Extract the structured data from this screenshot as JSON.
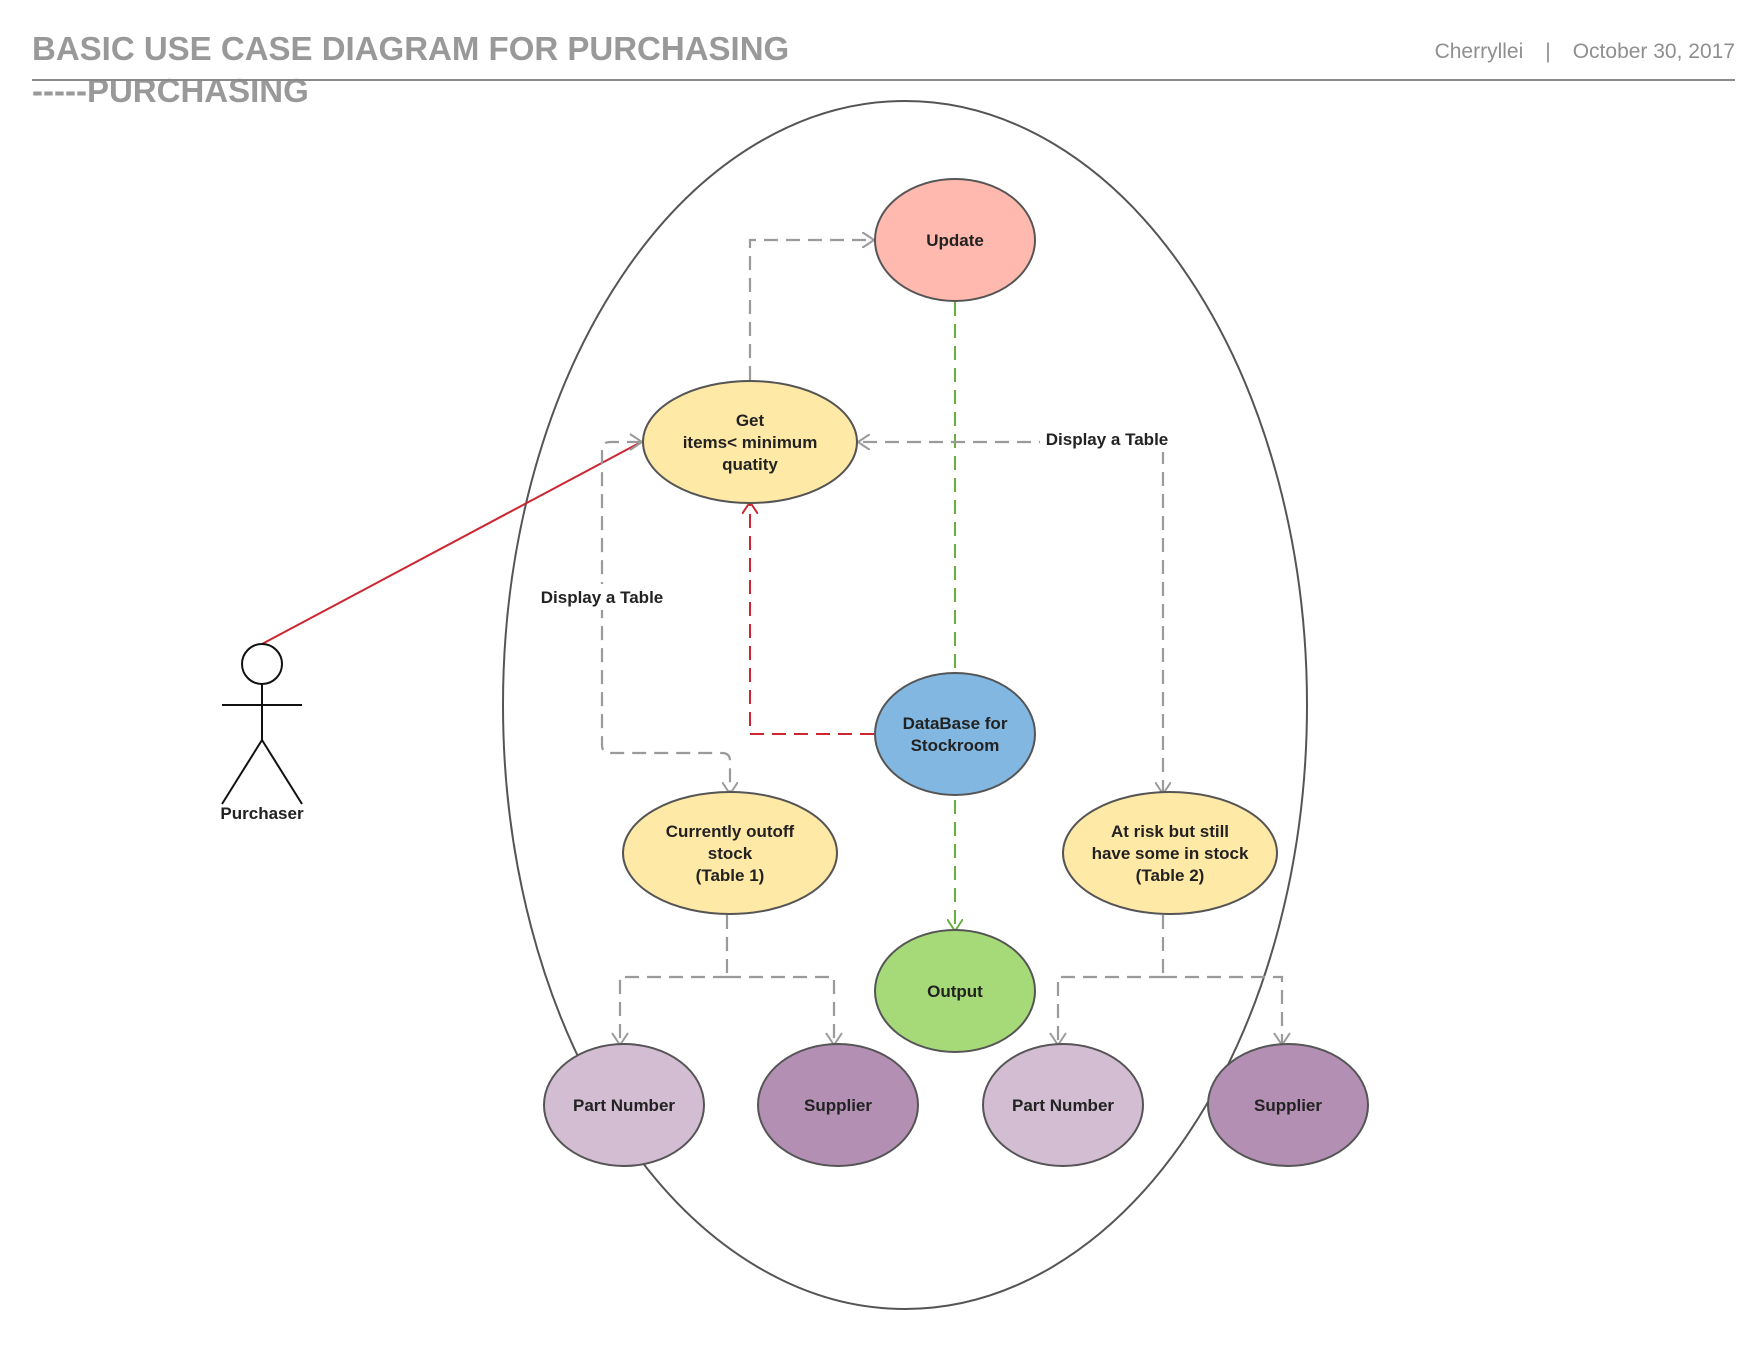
{
  "header": {
    "title_line1": "BASIC USE CASE DIAGRAM FOR PURCHASING",
    "title_line2": "-----PURCHASING",
    "author": "Cherryllei",
    "separator": "|",
    "date": "October 30, 2017"
  },
  "diagram": {
    "actor": {
      "label": "Purchaser"
    },
    "use_cases": {
      "update": {
        "lines": [
          "Update"
        ],
        "color": "#ffb9ae"
      },
      "get_items": {
        "lines": [
          "Get",
          "items< minimum",
          "quatity"
        ],
        "color": "#ffe9a6"
      },
      "database": {
        "lines": [
          "DataBase for",
          "Stockroom"
        ],
        "color": "#82b7e1"
      },
      "out_of_stock": {
        "lines": [
          "Currently outoff",
          "stock",
          "(Table 1)"
        ],
        "color": "#ffe9a6"
      },
      "at_risk": {
        "lines": [
          "At risk but still",
          "have some in stock",
          "(Table 2)"
        ],
        "color": "#ffe9a6"
      },
      "output": {
        "lines": [
          "Output"
        ],
        "color": "#a6da78"
      },
      "part_number_1": {
        "lines": [
          "Part Number"
        ],
        "color": "#d3bdd3"
      },
      "supplier_1": {
        "lines": [
          "Supplier"
        ],
        "color": "#b28fb3"
      },
      "part_number_2": {
        "lines": [
          "Part Number"
        ],
        "color": "#d3bdd3"
      },
      "supplier_2": {
        "lines": [
          "Supplier"
        ],
        "color": "#b28fb3"
      }
    },
    "edge_labels": {
      "display_table_left": "Display a Table",
      "display_table_right": "Display a Table"
    },
    "colors": {
      "association": "#cc2631",
      "database_link": "#cc2631",
      "output_link": "#6aae3e",
      "dependency": "#9a9a9a",
      "outline": "#555555"
    }
  }
}
